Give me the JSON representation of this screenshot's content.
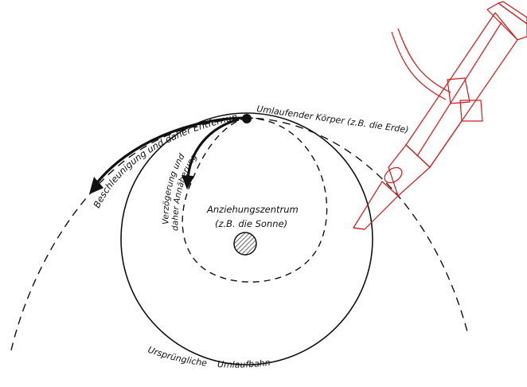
{
  "labels": {
    "orbiting_body": "Umlaufender Körper (z.B. die Erde)",
    "attraction_center_line1": "Anziehungszentrum",
    "attraction_center_line2": "(z.B. die Sonne)",
    "acceleration_arrow": "Beschleunigung und daher Entfernung",
    "deceleration_arrow_line1": "Verzögerung und",
    "deceleration_arrow_line2": "daher Annäherung",
    "original_orbit": "Ursprüngliche Umlaufbahn"
  },
  "colors": {
    "ink": "#111111",
    "overlay": "#d9161b",
    "center_hatch": "#777777"
  },
  "overlay_icon": "compass-pencil-icon"
}
